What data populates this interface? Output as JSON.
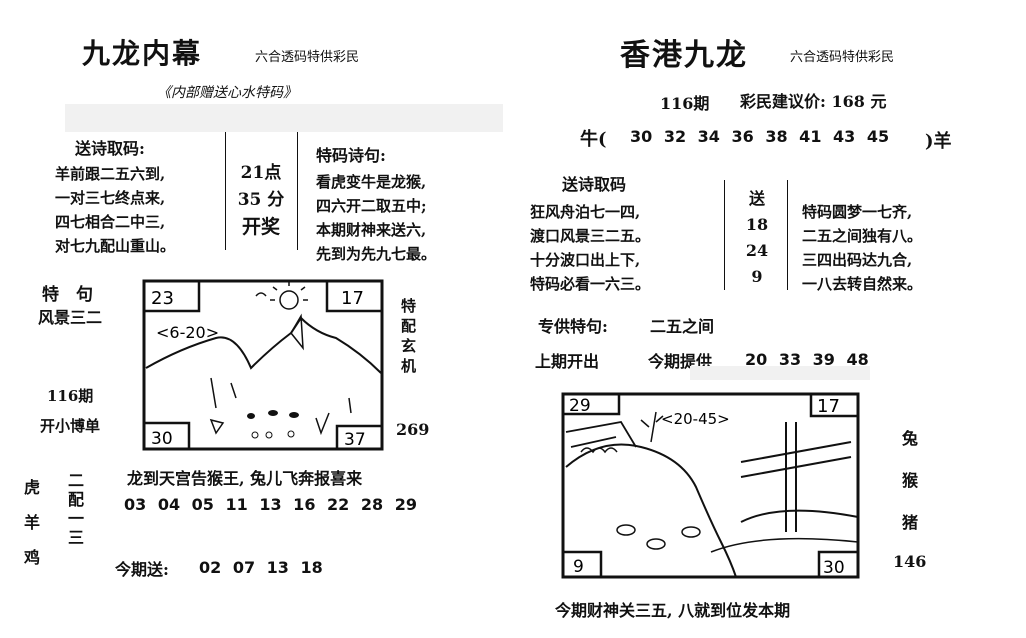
{
  "left": {
    "title": "九龙内幕",
    "subtitle": "六合透码特供彩民",
    "banner": "《内部赠送心水特码》",
    "poem_header": "送诗取码:",
    "poem_lines": [
      "羊前跟二五六到,",
      "一对三七终点来,",
      "四七相合二中三,",
      "对七九配山重山。"
    ],
    "time": [
      "21点",
      "35 分",
      "开奖"
    ],
    "code_header": "特码诗句:",
    "code_lines": [
      "看虎变牛是龙猴,",
      "四六开二取五中;",
      "本期财神来送六,",
      "先到为先九七最。"
    ],
    "teju_label": "特　句",
    "teju_text": "风景三二",
    "issue": "116期",
    "kai": "开小博单",
    "pic_tl": "23",
    "pic_tr": "17",
    "pic_bl": "30",
    "pic_br": "37",
    "pic_range": "<6-20>",
    "side_text": "特配玄机",
    "side_num": "269",
    "zodiac": [
      "虎",
      "羊",
      "鸡"
    ],
    "pair": "二配一三",
    "slogan": "龙到天宫告猴王, 兔儿飞奔报喜来",
    "numbers": "03 04 05 11 13 16 22 28 29",
    "send_label": "今期送:",
    "send_nums": "02 07 13 18"
  },
  "right": {
    "title": "香港九龙",
    "subtitle": "六合透码特供彩民",
    "issue": "116期",
    "price": "彩民建议价: 168 元",
    "ox": "牛(",
    "ox_nums": "30 32 34 36 38 41 43 45",
    "goat": ")羊",
    "poem_header": "送诗取码",
    "poem_lines": [
      "狂风舟泊七一四,",
      "渡口风景三二五。",
      "十分波口出上下,",
      "特码必看一六三。"
    ],
    "send_col": [
      "送",
      "18",
      "24",
      "9"
    ],
    "code_lines": [
      "特码圆梦一七齐,",
      "二五之间独有八。",
      "三四出码达九合,",
      "一八去转自然来。"
    ],
    "special_label": "专供特句:",
    "special_text": "二五之间",
    "last_label": "上期开出",
    "provide_label": "今期提供",
    "provide_nums": "20 33 39 48",
    "pic_tl": "29",
    "pic_tr": "17",
    "pic_bl": "9",
    "pic_br": "30",
    "pic_range": "<20-45>",
    "animals": [
      "兔",
      "猴",
      "猪"
    ],
    "side_num": "146",
    "footer": "今期财神关三五, 八就到位发本期"
  }
}
